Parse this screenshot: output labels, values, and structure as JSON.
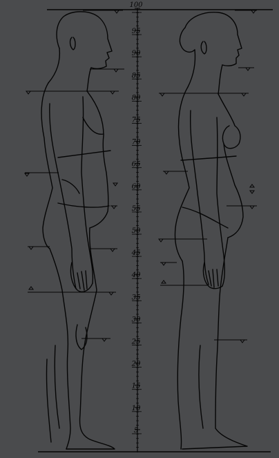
{
  "scale": {
    "ticks": [
      {
        "label": "100",
        "value": 100
      },
      {
        "label": "95",
        "value": 95
      },
      {
        "label": "90",
        "value": 90
      },
      {
        "label": "85",
        "value": 85
      },
      {
        "label": "80",
        "value": 80
      },
      {
        "label": "75",
        "value": 75
      },
      {
        "label": "70",
        "value": 70
      },
      {
        "label": "65",
        "value": 65
      },
      {
        "label": "60",
        "value": 60
      },
      {
        "label": "55",
        "value": 55
      },
      {
        "label": "50",
        "value": 50
      },
      {
        "label": "45",
        "value": 45
      },
      {
        "label": "40",
        "value": 40
      },
      {
        "label": "35",
        "value": 35
      },
      {
        "label": "30",
        "value": 30
      },
      {
        "label": "25",
        "value": 25
      },
      {
        "label": "20",
        "value": 20
      },
      {
        "label": "15",
        "value": 15
      },
      {
        "label": "10",
        "value": 10
      },
      {
        "label": "5",
        "value": 5
      }
    ]
  },
  "figures": {
    "male": {
      "name": "male-figure"
    },
    "female": {
      "name": "female-figure"
    }
  },
  "colors": {
    "background": "#4a4b4d",
    "ink": "#050505"
  }
}
